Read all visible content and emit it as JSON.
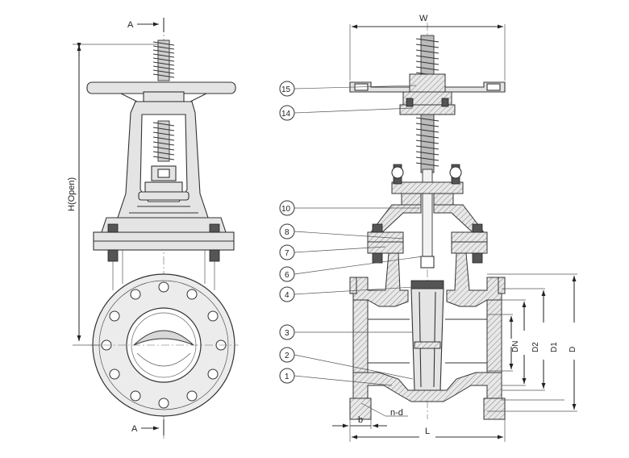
{
  "left_view": {
    "section_mark_top": "A",
    "section_mark_bottom": "A",
    "height_label": "H(Open)"
  },
  "right_view": {
    "width_label": "W",
    "length_label": "L",
    "flange_thickness_label": "b",
    "bolt_holes_label": "n-d",
    "dimension_labels": [
      "DN",
      "D2",
      "D1",
      "D"
    ]
  },
  "callouts": [
    "15",
    "14",
    "10",
    "8",
    "7",
    "6",
    "4",
    "3",
    "2",
    "1"
  ],
  "colors": {
    "line": "#333333",
    "fill": "#e4e4e4",
    "background": "#ffffff"
  }
}
